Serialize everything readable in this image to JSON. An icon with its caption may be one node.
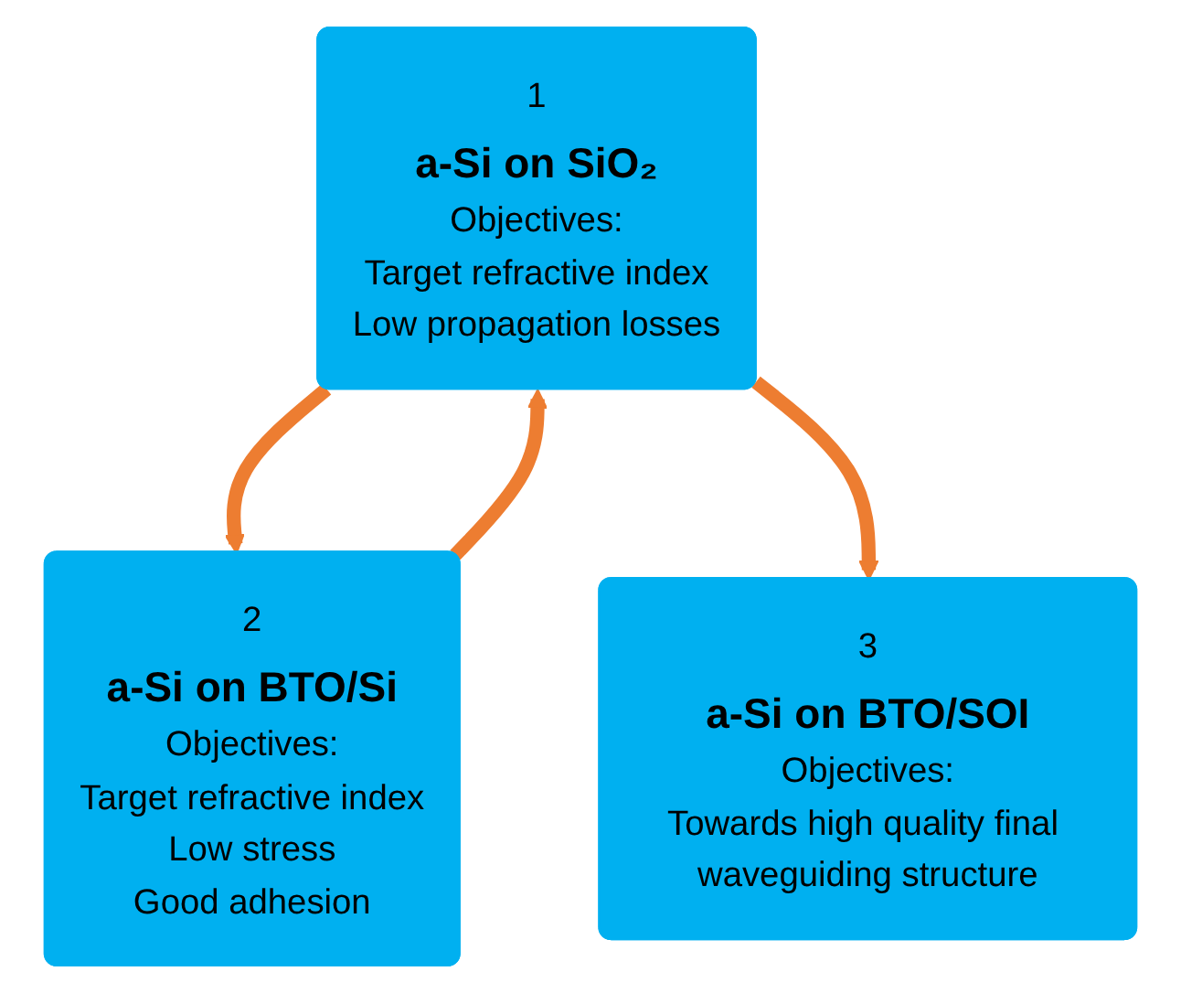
{
  "diagram": {
    "nodes": [
      {
        "text": [
          "1",
          "a-Si on SiO₂",
          "Objectives:",
          "Target refractive index",
          "Low propagation losses"
        ]
      },
      {
        "text": [
          "2",
          "a-Si on BTO/Si",
          "Objectives:",
          "Target refractive index",
          "Low stress",
          "Good adhesion"
        ]
      },
      {
        "text": [
          "3",
          "a-Si on BTO/SOI",
          "Objectives:",
          "Towards high quality final waveguiding structure"
        ]
      }
    ],
    "edges": [
      {
        "from": 0,
        "to": 1,
        "arrow": "to"
      },
      {
        "from": 0,
        "to": 2,
        "arrow": "to"
      },
      {
        "from": 1,
        "to": 0,
        "arrow": "to"
      }
    ]
  }
}
